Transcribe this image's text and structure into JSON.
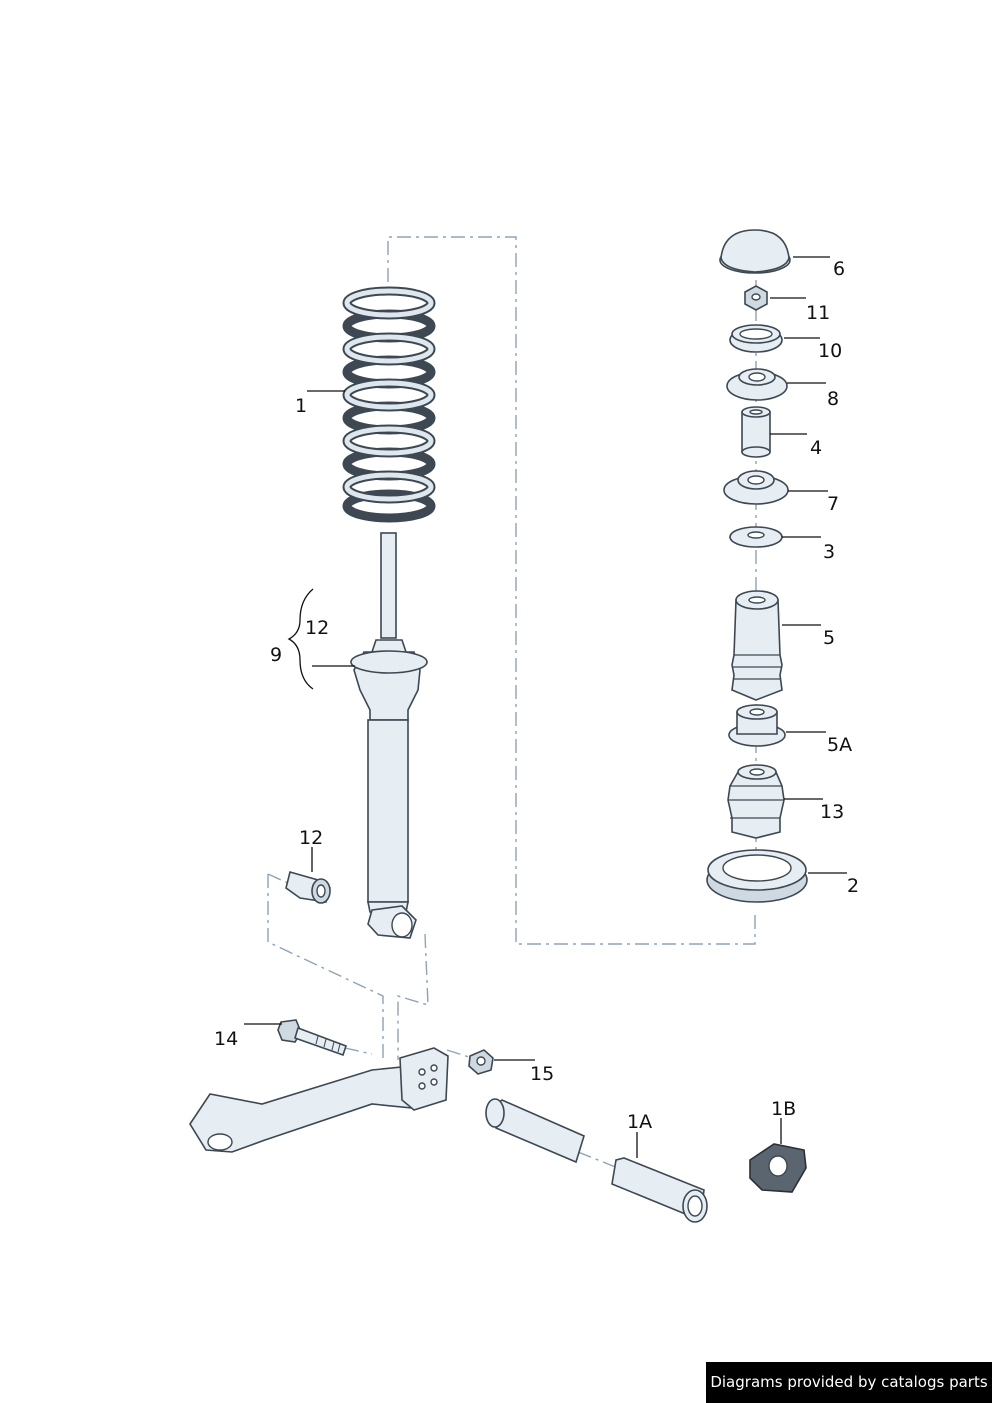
{
  "labels": {
    "p1": "1",
    "p1a": "1A",
    "p1b": "1B",
    "p2": "2",
    "p3": "3",
    "p4": "4",
    "p5": "5",
    "p5a": "5A",
    "p6": "6",
    "p7": "7",
    "p8": "8",
    "p9": "9",
    "p10": "10",
    "p11": "11",
    "p12a": "12",
    "p12b": "12",
    "p13": "13",
    "p14": "14",
    "p15": "15"
  },
  "footer": {
    "text": "Diagrams provided by catalogs parts"
  },
  "colors": {
    "part_fill": "#e6edf3",
    "outline": "#3d4852",
    "dashed_line": "#8fa3b5",
    "footer_bg": "#000000"
  }
}
